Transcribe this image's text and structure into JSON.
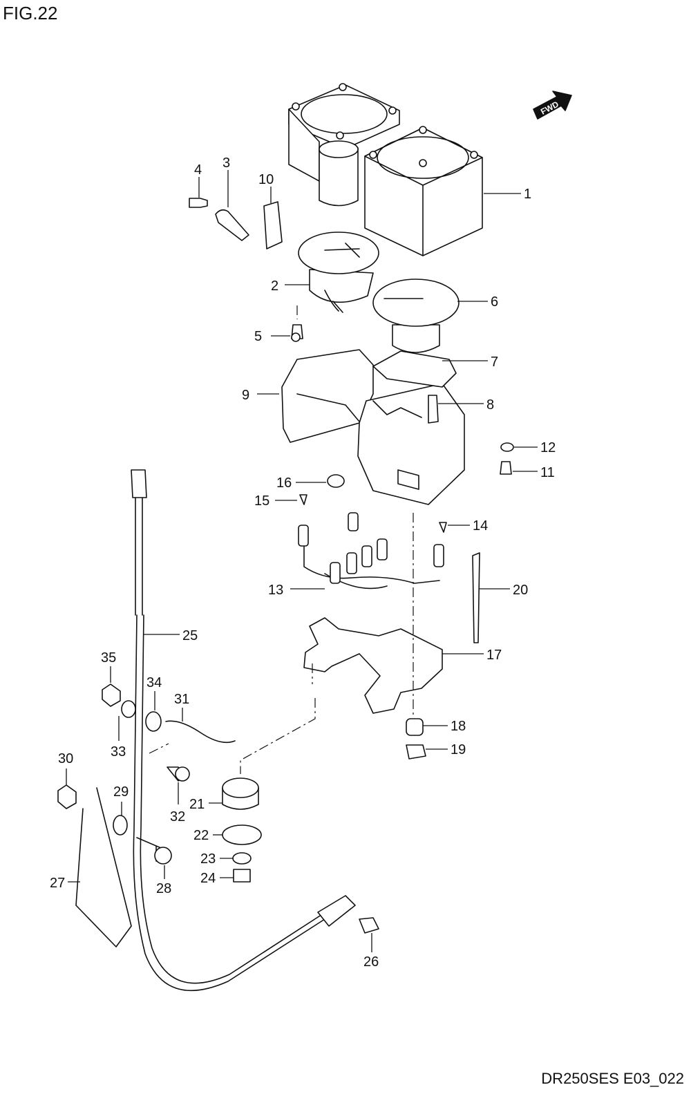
{
  "figure": {
    "title": "FIG.22",
    "code": "DR250SES E03_022",
    "direction_label": "FWD"
  },
  "callouts": [
    "1",
    "2",
    "3",
    "4",
    "5",
    "6",
    "7",
    "8",
    "9",
    "10",
    "11",
    "12",
    "13",
    "14",
    "15",
    "16",
    "17",
    "18",
    "19",
    "20",
    "21",
    "22",
    "23",
    "24",
    "25",
    "26",
    "27",
    "28",
    "29",
    "30",
    "31",
    "32",
    "33",
    "34",
    "35"
  ]
}
